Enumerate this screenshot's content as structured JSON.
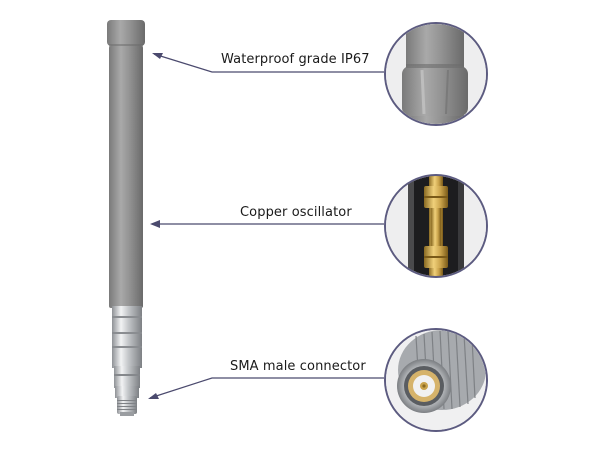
{
  "callouts": [
    {
      "label": "Waterproof grade IP67",
      "detail": "antenna-cap-closeup"
    },
    {
      "label": "Copper oscillator",
      "detail": "copper-oscillator-closeup"
    },
    {
      "label": "SMA male connector",
      "detail": "sma-connector-closeup"
    }
  ],
  "colors": {
    "background": "#ffffff",
    "radome": "#8e8e8e",
    "radome_dark": "#6f6f6f",
    "radome_light": "#b4b4b4",
    "metal": "#c9cbcd",
    "metal_dark": "#8f9296",
    "copper": "#c9a24a",
    "copper_dark": "#8a6a22",
    "callout_line": "#4b4a6e",
    "circle_border": "#5c5b80",
    "label_text": "#1a1a1a"
  },
  "icons": {
    "arrowhead": "callout-arrowhead-icon"
  }
}
